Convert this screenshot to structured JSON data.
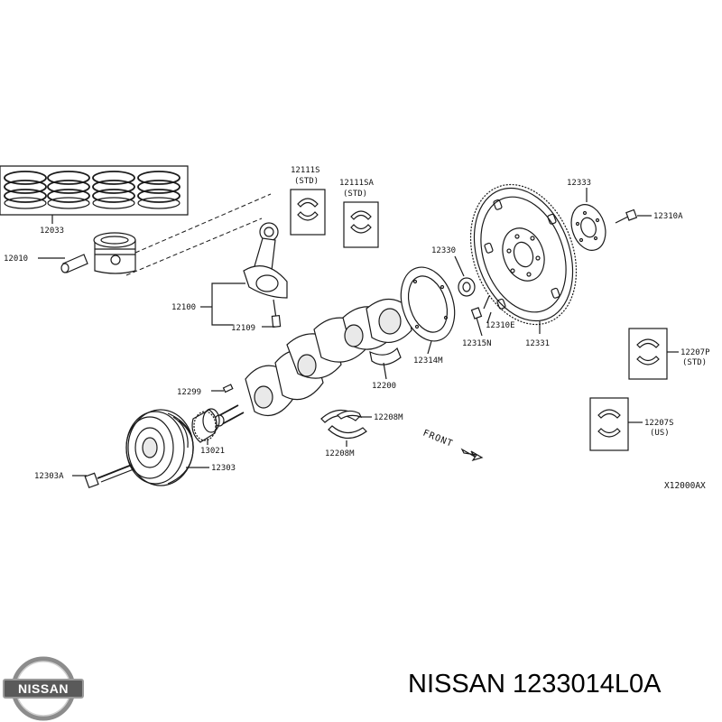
{
  "parts": {
    "rings": "12033",
    "piston": "12010",
    "conrod_bearing_std": "12111S",
    "conrod_bearing_std_grade": "(STD)",
    "conrod_bearing_sa": "12111SA",
    "conrod_bearing_sa_grade": "(STD)",
    "plate": "12333",
    "flywheel_bolt": "12310A",
    "pilot_bushing": "12330",
    "conrod": "12100",
    "conrod_bolt": "12109",
    "drive_plate_bolt": "12310E",
    "drive_plate": "12331",
    "reinforcement": "12315N",
    "rear_plate": "12314M",
    "main_bearing_p": "12207P",
    "main_bearing_p_grade": "(STD)",
    "crankshaft": "12200",
    "key": "12299",
    "thrust_washer_upper": "12208M",
    "thrust_washer_lower": "12208M",
    "main_bearing_s": "12207S",
    "main_bearing_s_grade": "(US)",
    "sprocket": "13021",
    "pulley_bolt": "12303A",
    "pulley": "12303"
  },
  "direction_label": "FRONT",
  "diagram_code": "X12000AX",
  "brand": "NISSAN",
  "caption": "NISSAN 1233014L0A"
}
